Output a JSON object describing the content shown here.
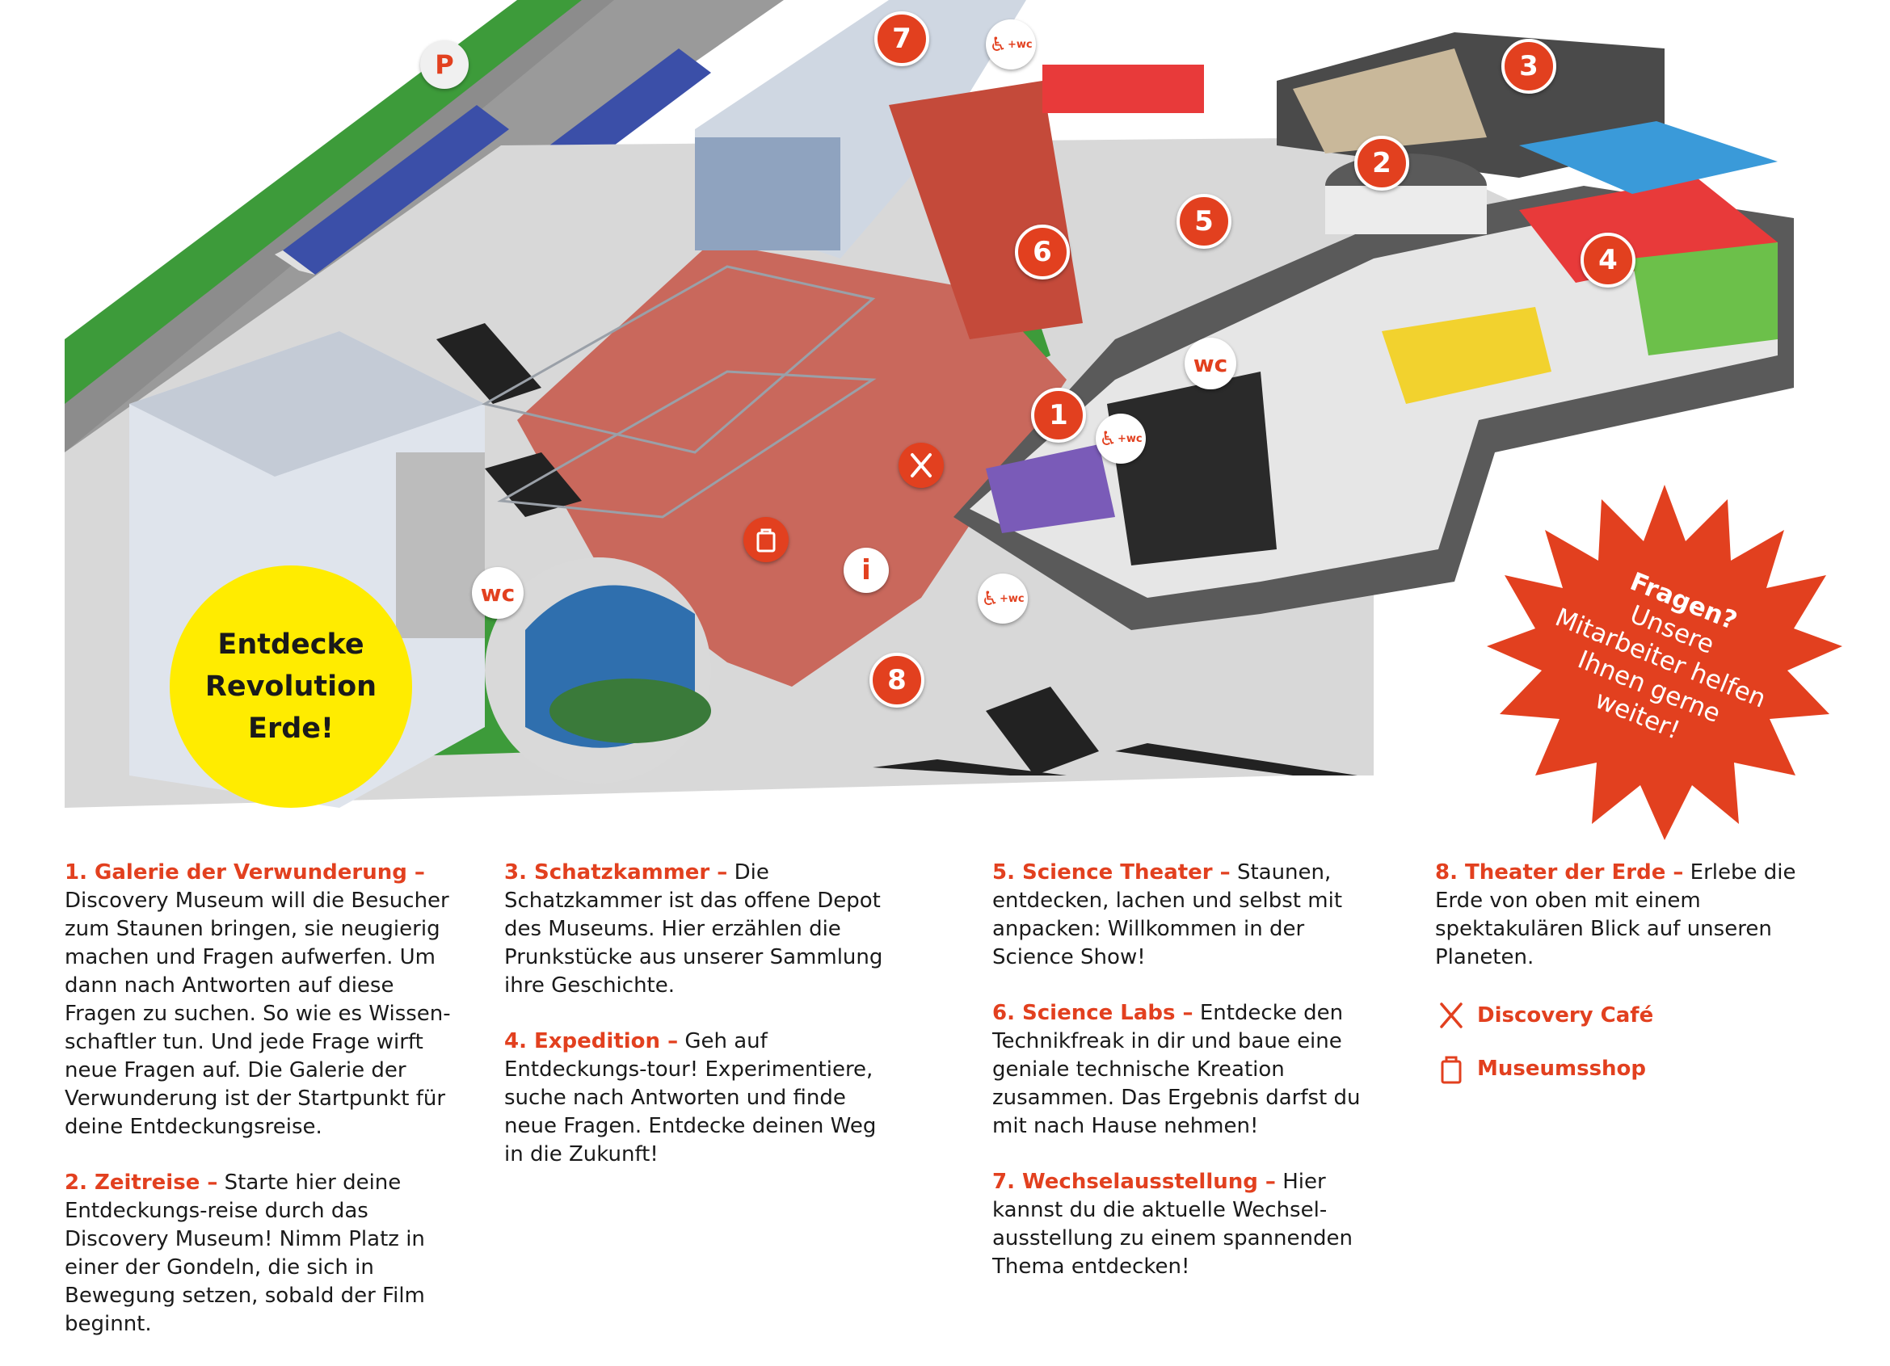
{
  "map": {
    "markers": [
      "1",
      "2",
      "3",
      "4",
      "5",
      "6",
      "7",
      "8"
    ],
    "parking_label": "P",
    "wc_label": "wc",
    "acc_wc_label": "+wc",
    "info_label": "i",
    "icons": [
      "parking-icon",
      "wc-icon",
      "wheelchair-icon",
      "info-icon",
      "cutlery-icon",
      "shopping-bag-icon"
    ]
  },
  "badge": {
    "lines": [
      "Entdecke",
      "Revolution",
      "Erde!"
    ]
  },
  "starburst": {
    "question": "Fragen?",
    "lines": [
      "Unsere",
      "Mitarbeiter helfen",
      "Ihnen gerne",
      "weiter!"
    ]
  },
  "legend": {
    "items": [
      {
        "title": "1.  Galerie der Verwunderung –",
        "text": "Discovery Museum will die Besucher zum Staunen bringen, sie neugierig machen und Fragen aufwerfen. Um dann nach Antworten auf diese Fragen zu suchen. So wie es Wissen-schaftler tun. Und jede Frage wirft neue Fragen auf. Die Galerie der Verwunderung ist der Startpunkt für deine Entdeckungsreise."
      },
      {
        "title": "2.  Zeitreise –",
        "text": "Starte hier deine Entdeckungs-reise durch das Discovery Museum! Nimm Platz in einer der Gondeln, die sich in Bewegung setzen, sobald der Film beginnt."
      },
      {
        "title": "3.  Schatzkammer –",
        "text": "Die Schatzkammer ist das offene Depot des Museums. Hier erzählen die Prunkstücke aus unserer Sammlung ihre Geschichte."
      },
      {
        "title": "4.  Expedition –",
        "text": "Geh auf Entdeckungs-tour! Experimentiere, suche nach Antworten und finde neue Fragen. Entdecke deinen Weg in die Zukunft!"
      },
      {
        "title": "5.  Science Theater –",
        "text": "Staunen, entdecken, lachen und selbst mit anpacken: Willkommen in der Science Show!"
      },
      {
        "title": "6.  Science Labs –",
        "text": "Entdecke den Technikfreak in dir und baue eine geniale technische Kreation zusammen. Das Ergebnis darfst du mit nach Hause nehmen!"
      },
      {
        "title": "7.  Wechselausstellung –",
        "text": "Hier kannst du die aktuelle Wechsel-ausstellung zu einem spannenden Thema entdecken!"
      },
      {
        "title": "8.  Theater der Erde –",
        "text": "Erlebe die Erde von oben mit einem spektakulären Blick auf unseren Planeten."
      }
    ],
    "cafe": "Discovery Café",
    "shop": "Museumsshop"
  },
  "colors": {
    "accent": "#e2401f",
    "badge_yellow": "#ffec00",
    "grass": "#3d9b3a",
    "floor": "#c9685c"
  }
}
